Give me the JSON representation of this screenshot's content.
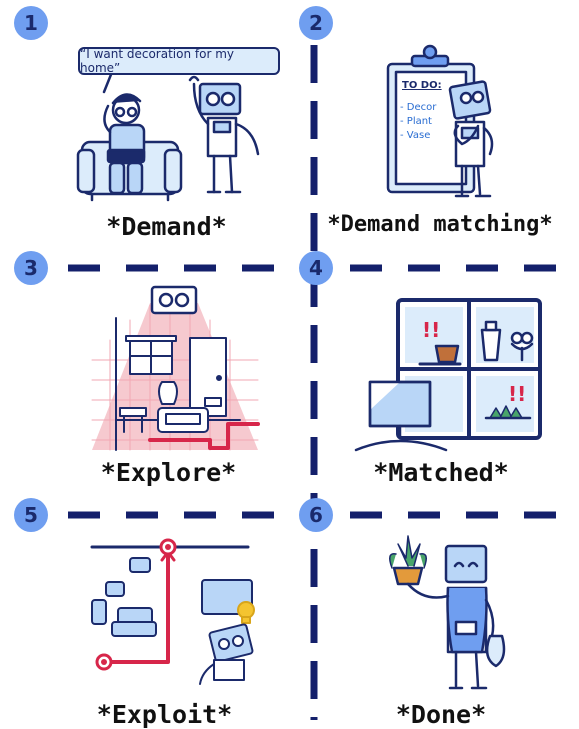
{
  "panels": [
    {
      "number": "1",
      "caption": "*Demand*"
    },
    {
      "number": "2",
      "caption": "*Demand matching*"
    },
    {
      "number": "3",
      "caption": "*Explore*"
    },
    {
      "number": "4",
      "caption": "*Matched*"
    },
    {
      "number": "5",
      "caption": "*Exploit*"
    },
    {
      "number": "6",
      "caption": "*Done*"
    }
  ],
  "speech_bubble": "“I want decoration for my home”",
  "todo": {
    "title": "TO DO:",
    "items": [
      "- Decor",
      "- Plant",
      "- Vase"
    ]
  },
  "alerts": {
    "shelf_alert": "!!",
    "plant_alert": "!!"
  },
  "colors": {
    "badge": "#6f9ef0",
    "ink": "#1b2a6b",
    "divider": "#14206b",
    "light_blue": "#b9d6f7",
    "pink_zone": "#f6c9cf",
    "path_red": "#d7264a",
    "plant_green": "#49a46a",
    "pot_orange": "#e39a3b",
    "bulb_yellow": "#f4c430"
  }
}
